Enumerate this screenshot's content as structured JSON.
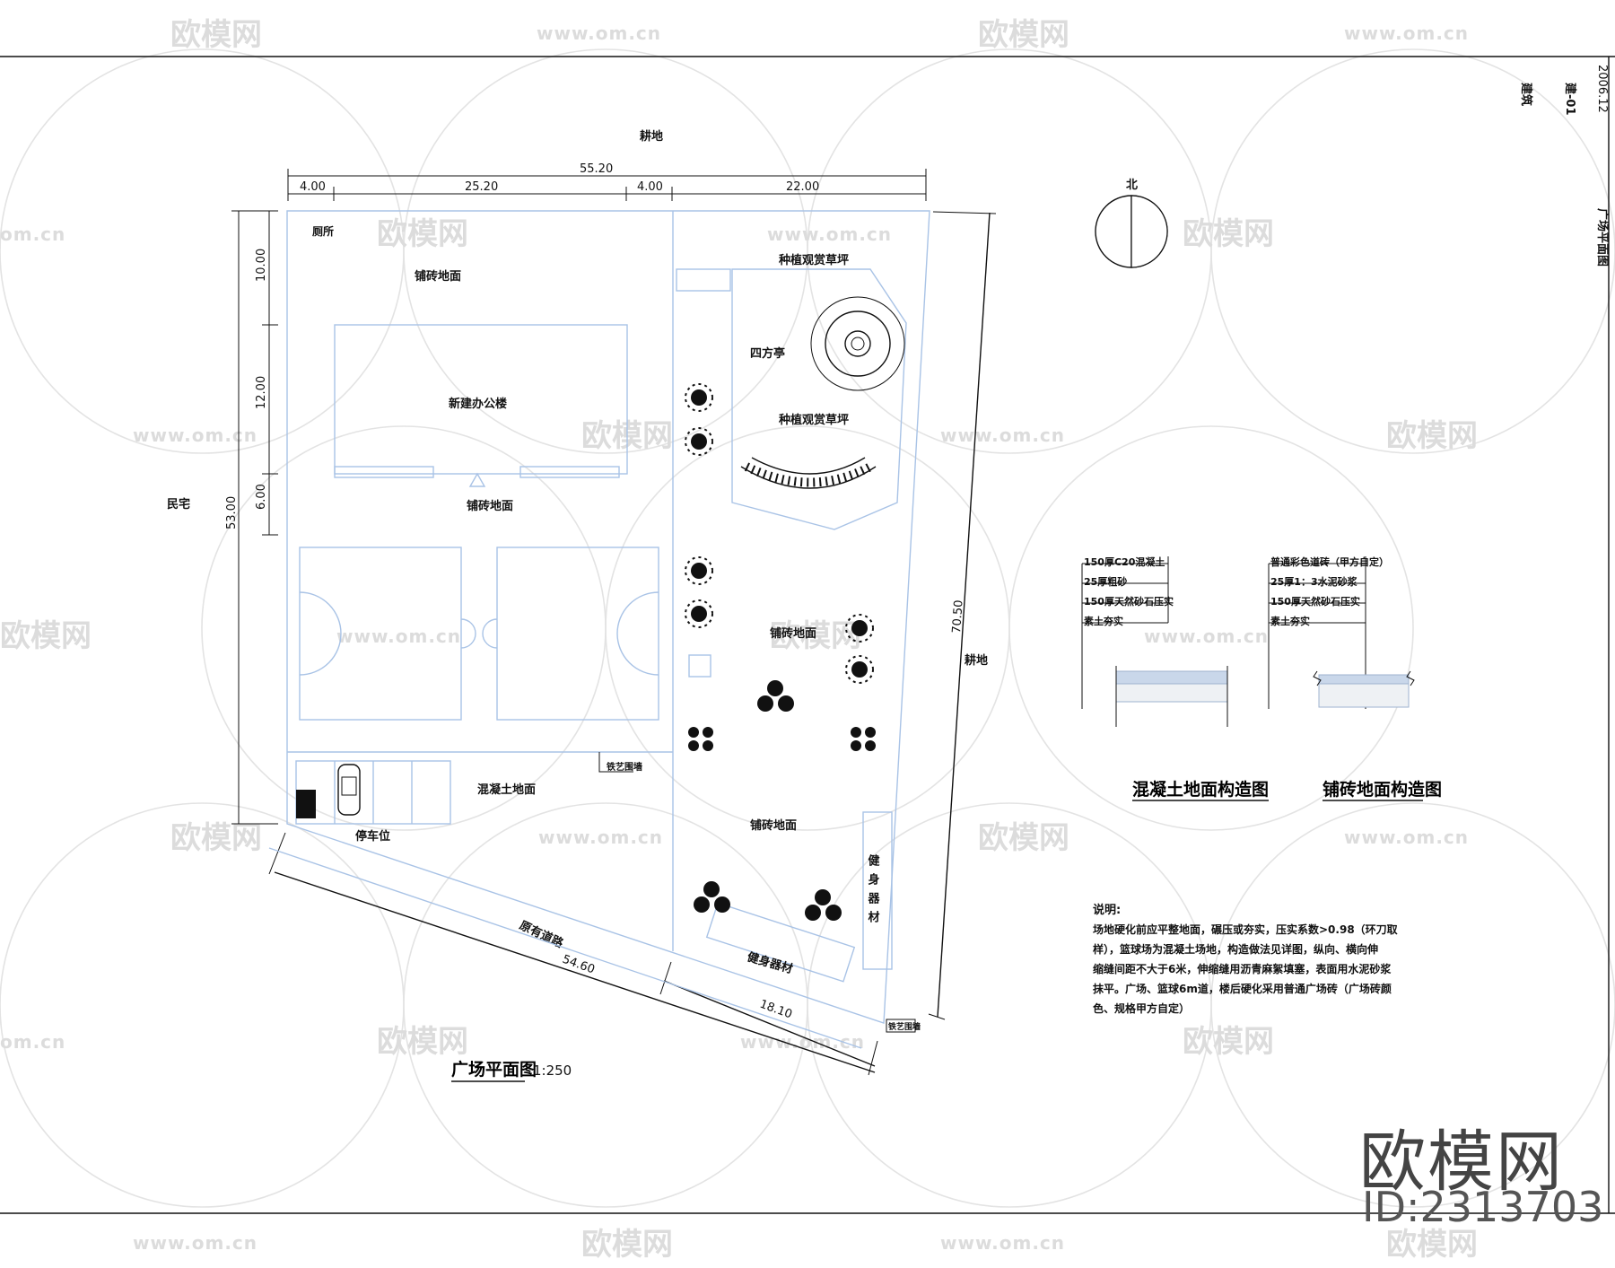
{
  "watermark": {
    "brand": "欧模网",
    "url": "www.om.cn",
    "url_fragment": "om.cn"
  },
  "title_block": {
    "discipline": "建筑",
    "sheet_no": "建-01",
    "date": "2006.12",
    "drawing_name": "广场平面图"
  },
  "north": {
    "label": "北"
  },
  "surroundings": {
    "north": "耕地",
    "east": "耕地",
    "west": "民宅",
    "south_road": "原有道路"
  },
  "dimensions": {
    "top_total": "55.20",
    "top_segments": [
      "4.00",
      "25.20",
      "4.00",
      "22.00"
    ],
    "left_total": "53.00",
    "left_segments": [
      "10.00",
      "12.00",
      "6.00"
    ],
    "right_side": "70.50",
    "bottom_total": "54.60",
    "bottom_segment": "18.10"
  },
  "plan_labels": {
    "toilet": "厕所",
    "paving_1": "铺砖地面",
    "office": "新建办公楼",
    "paving_2": "铺砖地面",
    "lawn_1": "种植观赏草坪",
    "pavilion": "四方亭",
    "lawn_2": "种植观赏草坪",
    "paving_3": "铺砖地面",
    "concrete": "混凝土地面",
    "parking": "停车位",
    "paving_4": "铺砖地面",
    "fitness_v": "健身器材",
    "fitness_h": "健身器材",
    "fence_1": "铁艺围墙",
    "fence_2": "铁艺围墙"
  },
  "plan_title": {
    "name": "广场平面图",
    "scale": "1:250"
  },
  "sections": [
    {
      "title": "混凝土地面构造图",
      "layers": [
        "150厚C20混凝土",
        "25厚粗砂",
        "150厚天然砂石压实",
        "素土夯实"
      ]
    },
    {
      "title": "铺砖地面构造图",
      "layers": [
        "普通彩色道砖（甲方自定）",
        "25厚1：3水泥砂浆",
        "150厚天然砂石压实",
        "素土夯实"
      ]
    }
  ],
  "notes": {
    "heading": "说明:",
    "lines": [
      "场地硬化前应平整地面，碾压或夯实，压实系数>0.98（环刀取",
      "样），篮球场为混凝土场地，构造做法见详图，纵向、横向伸",
      "缩缝间距不大于6米，伸缩缝用沥青麻絮填塞，表面用水泥砂浆",
      "抹平。广场、篮球6m道，楼后硬化采用普通广场砖（广场砖颜",
      "色、规格甲方自定）"
    ]
  },
  "logo": {
    "text": "欧模网",
    "id": "ID:2313703"
  }
}
